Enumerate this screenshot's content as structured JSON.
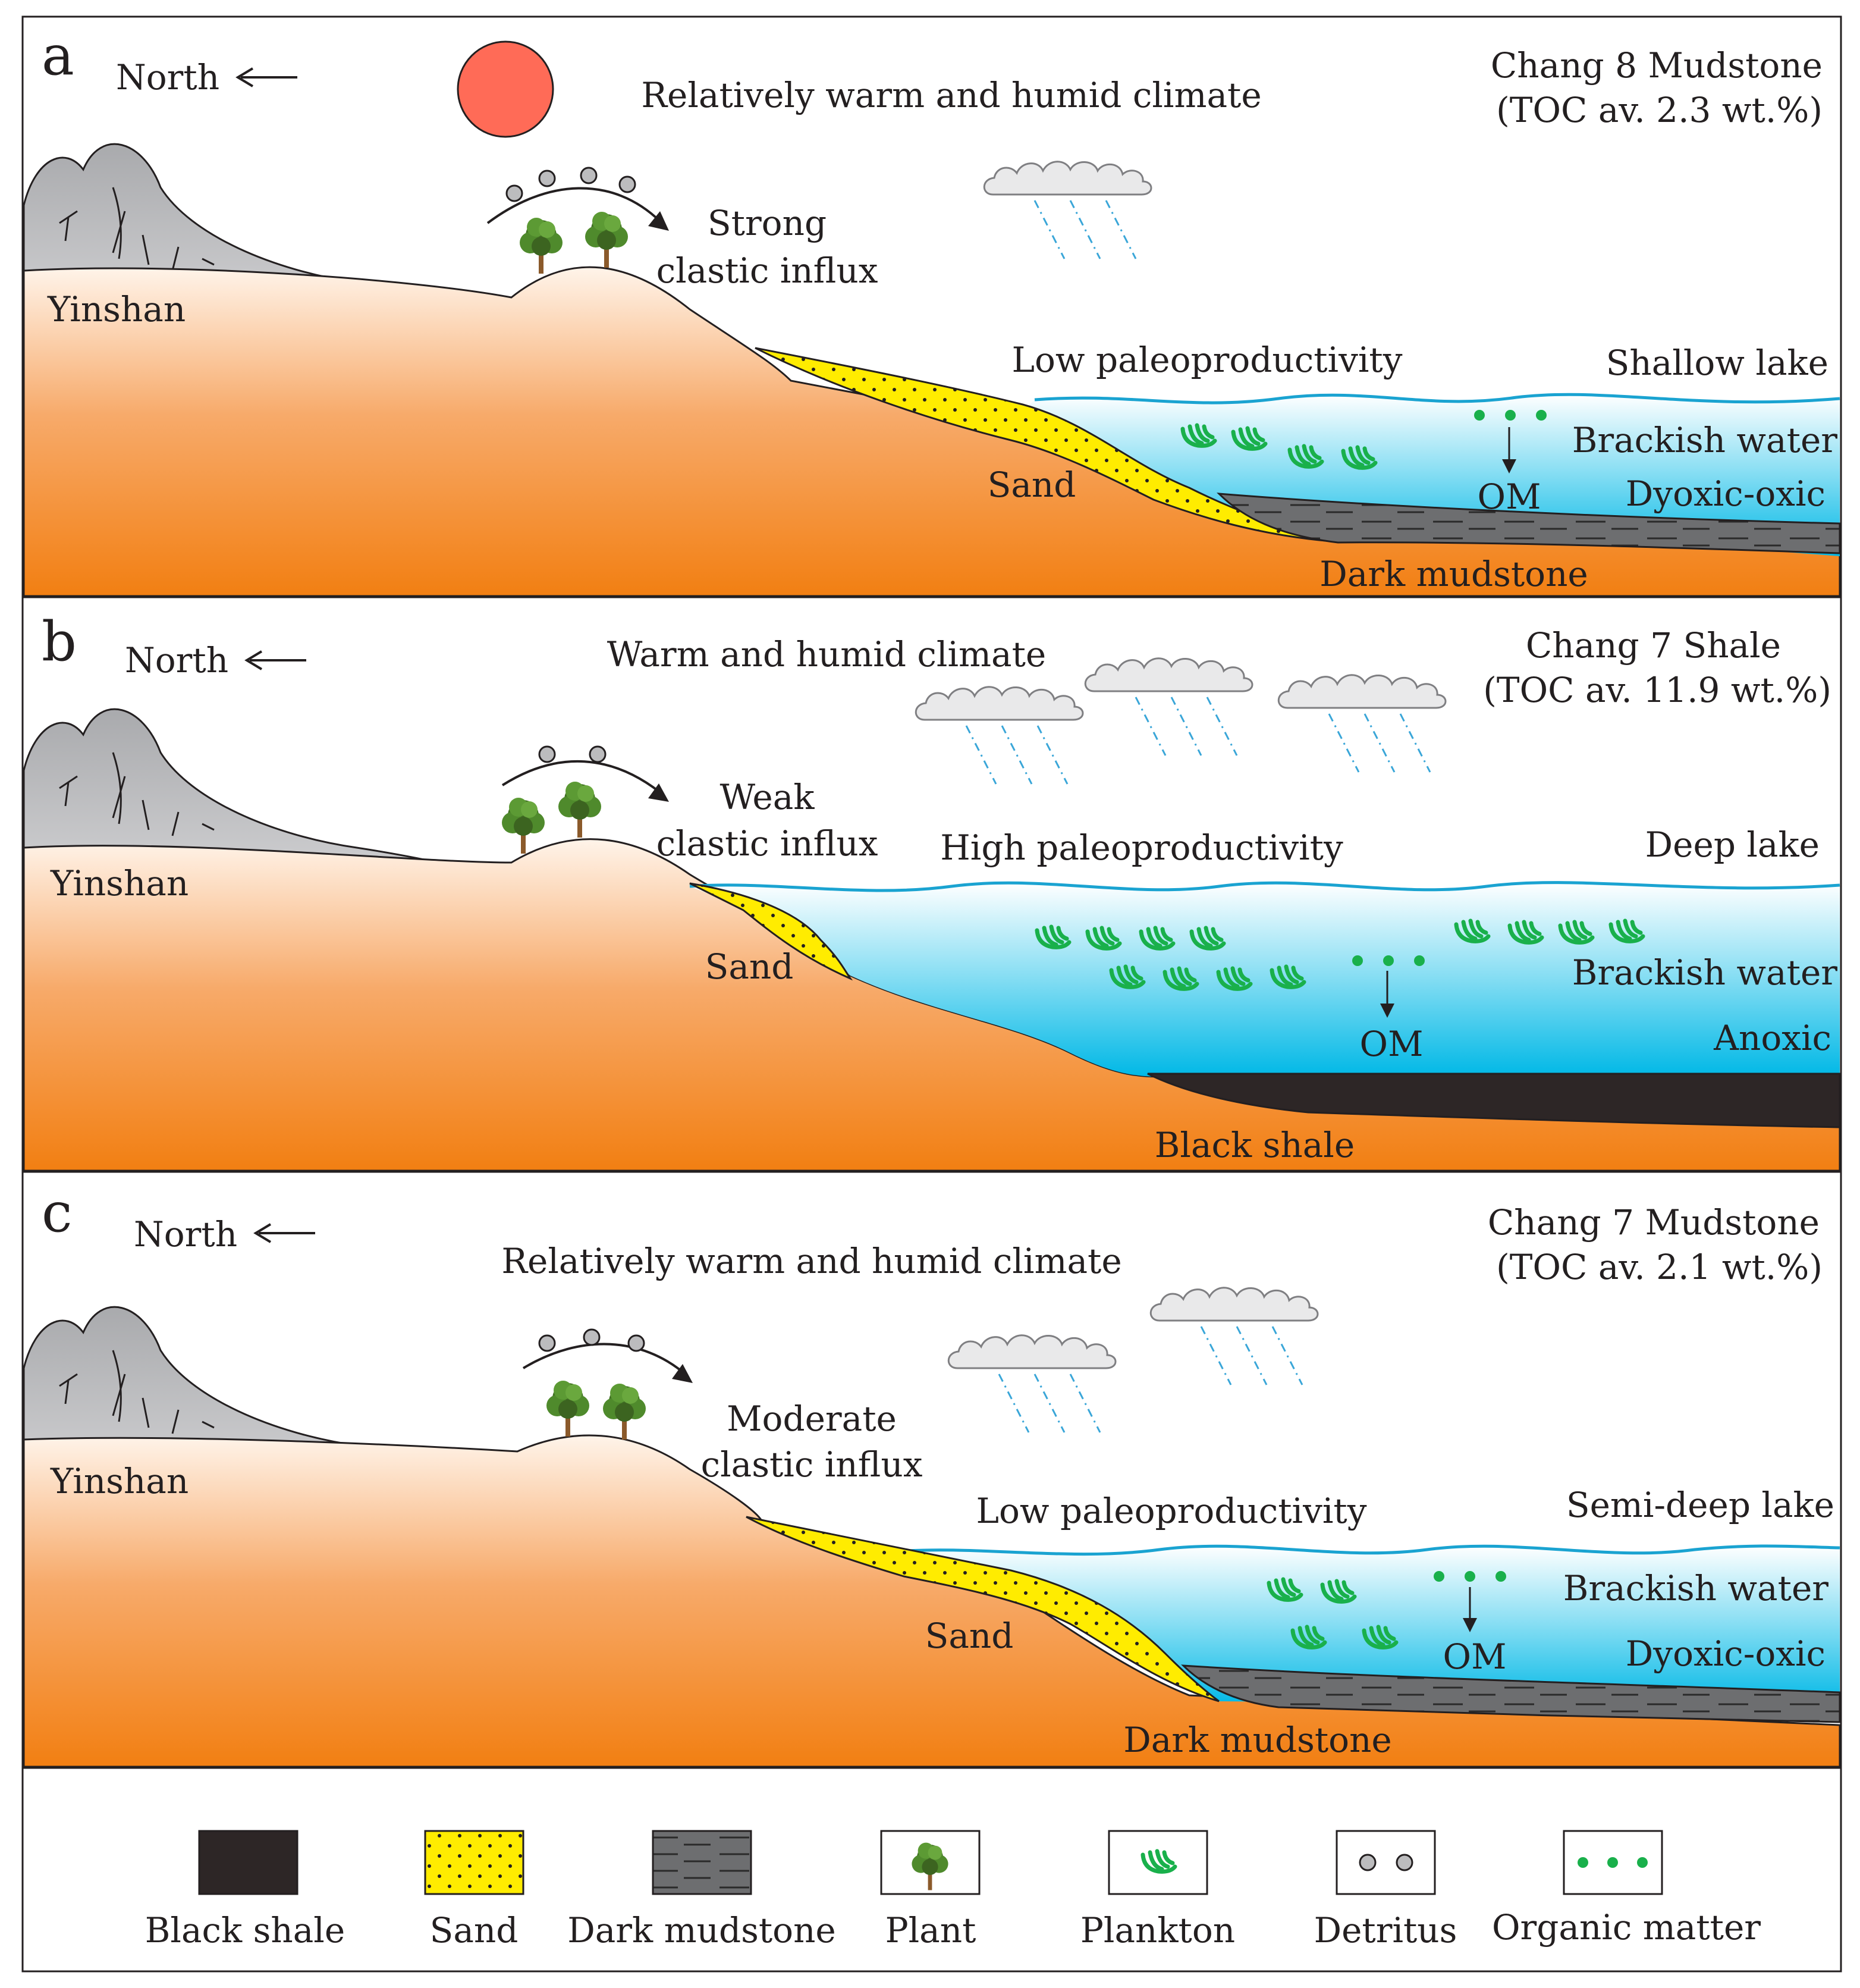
{
  "colors": {
    "ground_top": "#fff2e6",
    "ground_mid": "#f6a15a",
    "ground_bottom": "#f27f12",
    "mountain": "#c8c8ca",
    "water_top": "#ffffff",
    "water_mid": "#8fe0f4",
    "water_bottom": "#00b8e6",
    "sand": "#ffec00",
    "dark_mudstone": "#6d6e70",
    "black_shale": "#2d2626",
    "plankton": "#19b04b",
    "organic_matter": "#19b04b",
    "sun": "#ff6b57",
    "cloud": "#e9e9ea",
    "rain": "#3aa6d8",
    "tree_leaf": "#4a7a2a",
    "detritus": "#bcbcbe"
  },
  "panels": [
    {
      "letter": "a",
      "north": "North",
      "climate": "Relatively warm and humid climate",
      "unit_title": "Chang 8 Mudstone",
      "unit_toc": "(TOC av. 2.3 wt.%)",
      "highland": "Yinshan",
      "influx": [
        "Strong",
        "clastic influx"
      ],
      "productivity": "Low paleoproductivity",
      "lake": "Shallow lake",
      "salinity": "Brackish water",
      "redox": "Dyoxic-oxic",
      "om": "OM",
      "sand": "Sand",
      "sediment": "Dark mudstone"
    },
    {
      "letter": "b",
      "north": "North",
      "climate": "Warm and humid climate",
      "unit_title": "Chang 7 Shale",
      "unit_toc": "(TOC av. 11.9 wt.%)",
      "highland": "Yinshan",
      "influx": [
        "Weak",
        "clastic influx"
      ],
      "productivity": "High paleoproductivity",
      "lake": "Deep lake",
      "salinity": "Brackish water",
      "redox": "Anoxic",
      "om": "OM",
      "sand": "Sand",
      "sediment": "Black shale"
    },
    {
      "letter": "c",
      "north": "North",
      "climate": "Relatively warm and humid climate",
      "unit_title": "Chang 7 Mudstone",
      "unit_toc": "(TOC av. 2.1 wt.%)",
      "highland": "Yinshan",
      "influx": [
        "Moderate",
        "clastic influx"
      ],
      "productivity": "Low paleoproductivity",
      "lake": "Semi-deep lake",
      "salinity": "Brackish water",
      "redox": "Dyoxic-oxic",
      "om": "OM",
      "sand": "Sand",
      "sediment": "Dark mudstone"
    }
  ],
  "legend": [
    {
      "label": "Black shale",
      "icon": "black-shale-swatch"
    },
    {
      "label": "Sand",
      "icon": "sand-swatch"
    },
    {
      "label": "Dark mudstone",
      "icon": "dark-mudstone-swatch"
    },
    {
      "label": "Plant",
      "icon": "tree-icon"
    },
    {
      "label": "Plankton",
      "icon": "plankton-icon"
    },
    {
      "label": "Detritus",
      "icon": "detritus-icon"
    },
    {
      "label": "Organic matter",
      "icon": "organic-matter-icon"
    }
  ]
}
